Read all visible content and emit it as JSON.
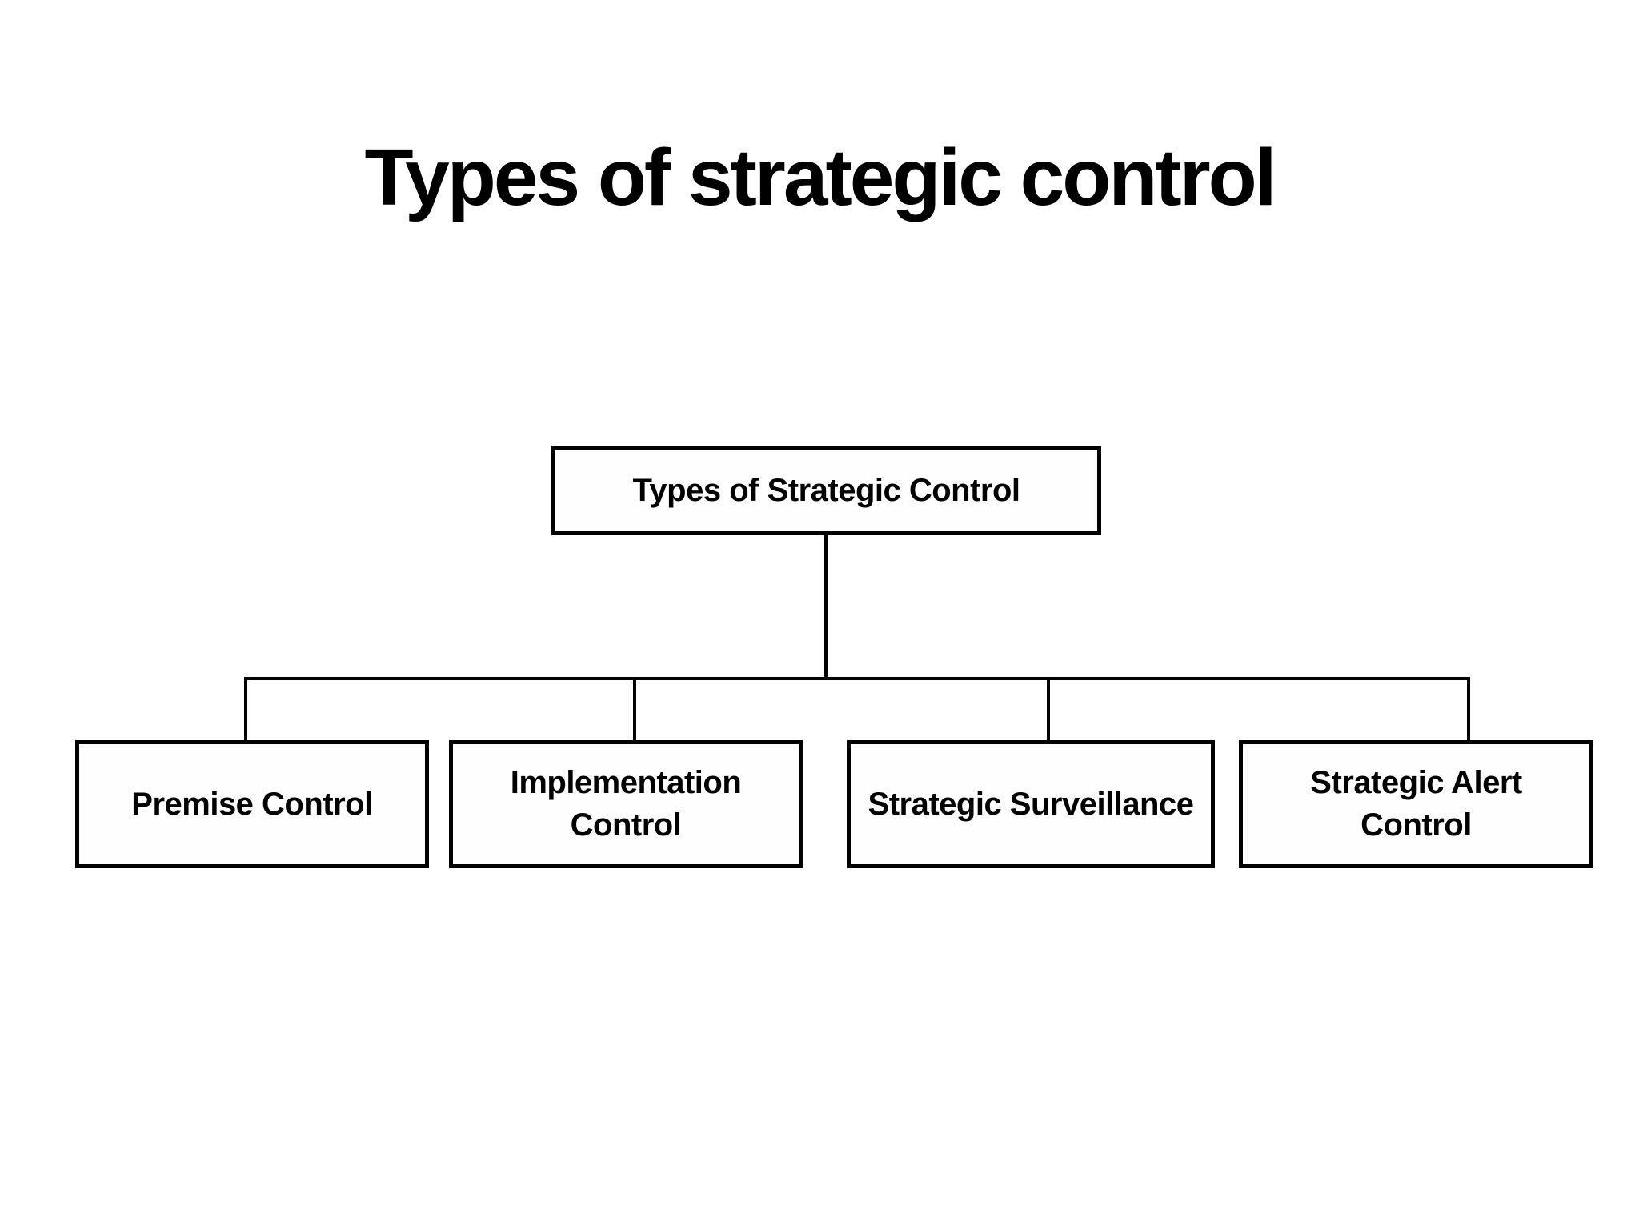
{
  "title": "Types of strategic control",
  "diagram": {
    "root": {
      "label": "Types of Strategic Control"
    },
    "children": [
      {
        "label": "Premise Control"
      },
      {
        "label": "Implementation Control"
      },
      {
        "label": "Strategic Surveillance"
      },
      {
        "label": "Strategic Alert Control"
      }
    ]
  },
  "colors": {
    "background": "#ffffff",
    "line": "#000000",
    "text": "#000000",
    "box_fill": "#fefefe"
  }
}
